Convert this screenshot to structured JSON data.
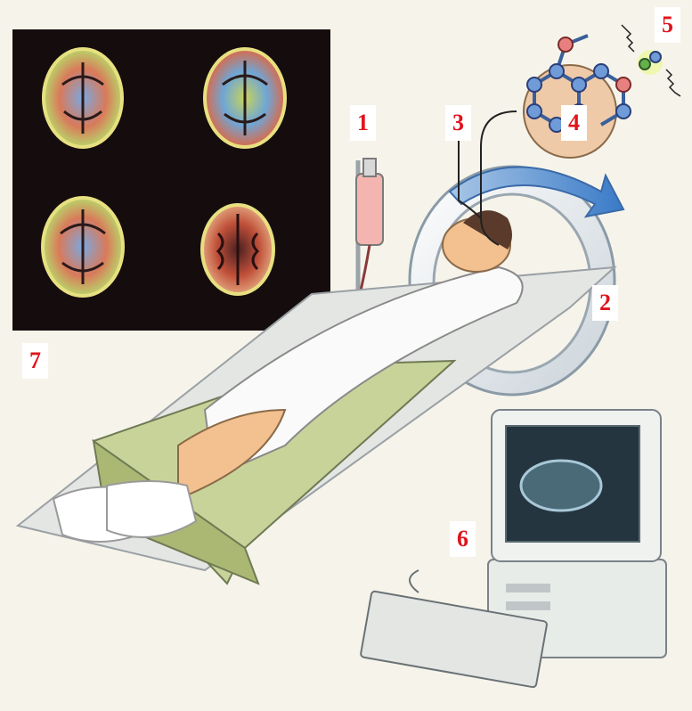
{
  "labels": {
    "iv_drip": "1",
    "scanner_ring": "2",
    "injection_line": "3",
    "molecule": "4",
    "annihilation": "5",
    "computer": "6",
    "brain_images": "7"
  },
  "colors": {
    "label_text": "#e0141c",
    "label_bg": "#ffffff",
    "scanner": "#e9edf0",
    "scan_panel": "#150d0d",
    "tray": "#c8d39a",
    "skin": "#f3c08f",
    "molecule_bond": "#3a5f9a",
    "molecule_node": "#6f9bd8",
    "molecule_red": "#e88080"
  }
}
